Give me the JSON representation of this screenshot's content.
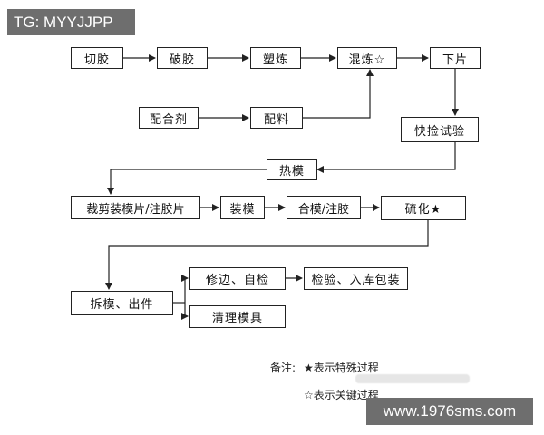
{
  "badges": {
    "tg": "TG: MYYJJPP",
    "site": "www.1976sms.com"
  },
  "nodes": {
    "qiejiao": "切胶",
    "pojiao": "破胶",
    "sulian": "塑炼",
    "hunlian": "混炼☆",
    "xiapian": "下片",
    "peihe": "配合剂",
    "peiliao": "配料",
    "kuaijian": "快捡试验",
    "remo": "热模",
    "caijian": "裁剪装模片/注胶片",
    "zhuangmo": "装模",
    "hemo": "合模/注胶",
    "liuhua": "硫化★",
    "chaimo": "拆模、出件",
    "xiubian": "修边、自检",
    "jianyan": "检验、入库包装",
    "qingli": "清理模具"
  },
  "legend": {
    "title": "备注:",
    "special": "★表示特殊过程",
    "key": "☆表示关键过程"
  },
  "colors": {
    "line": "#222222",
    "badge_bg": "#6e6e6e",
    "badge_text": "#ffffff"
  }
}
